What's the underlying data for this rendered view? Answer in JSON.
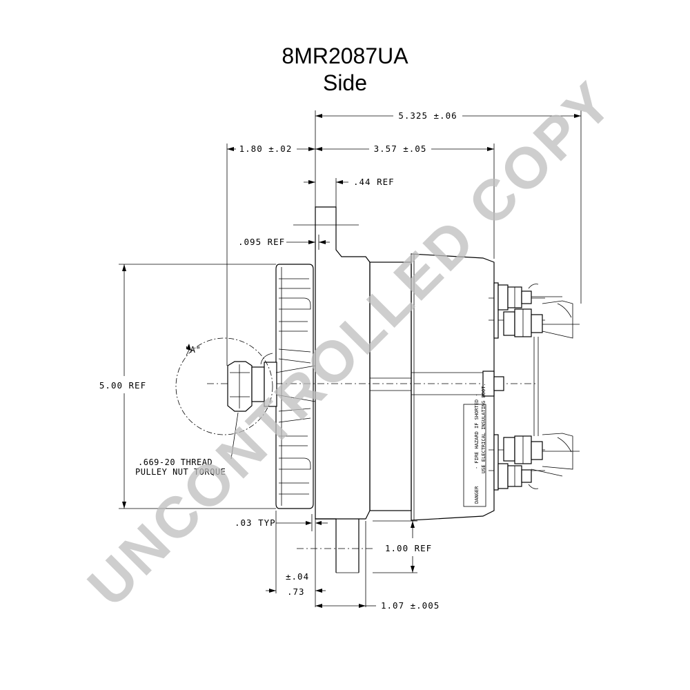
{
  "drawing": {
    "part_number": "8MR2087UA",
    "view": "Side"
  },
  "dimensions": {
    "overall_length": "5.325 ±.06",
    "front_to_flange": "1.80 ±.02",
    "flange_to_rear": "3.57 ±.05",
    "mount_ear_thickness": ".44 REF",
    "flange_offset": ".095 REF",
    "pulley_diameter": "5.00 REF",
    "gap": ".03 TYP",
    "mount_height": "1.00 REF",
    "tolerance": "±.04",
    "pulley_width": ".73",
    "ear_width": "1.07 ±.005"
  },
  "notes": {
    "thread_line1": ".669-20 THREAD",
    "thread_line2": "PULLEY NUT TORQUE",
    "detail_view": "\"A\""
  },
  "label": {
    "title": "DANGER",
    "line1": "- FIRE HAZARD IF SHORTED -",
    "line2": "USE ELECTRICAL INSULATING BOOT."
  },
  "watermark": "UNCONTROLLED COPY"
}
